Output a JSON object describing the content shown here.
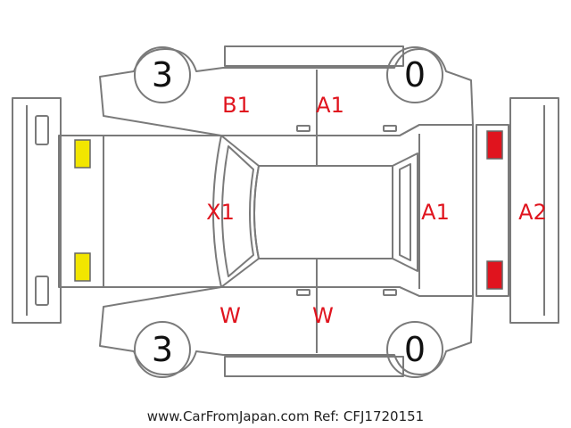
{
  "tires": {
    "rear_left": "3",
    "front_left": "0",
    "rear_right": "3",
    "front_right": "0"
  },
  "damage_codes": {
    "left_rear_door": "B1",
    "left_front_door": "A1",
    "roof": "X1",
    "hood": "A1",
    "front_bumper": "A2",
    "right_rear_door": "W",
    "right_front_door": "W"
  },
  "colors": {
    "outline": "#7a7a7a",
    "damage_text": "#e0141e",
    "rear_lights": "#f2e600",
    "front_lights": "#e0141e"
  },
  "footer": {
    "text": "www.CarFromJapan.com Ref: CFJ1720151"
  }
}
